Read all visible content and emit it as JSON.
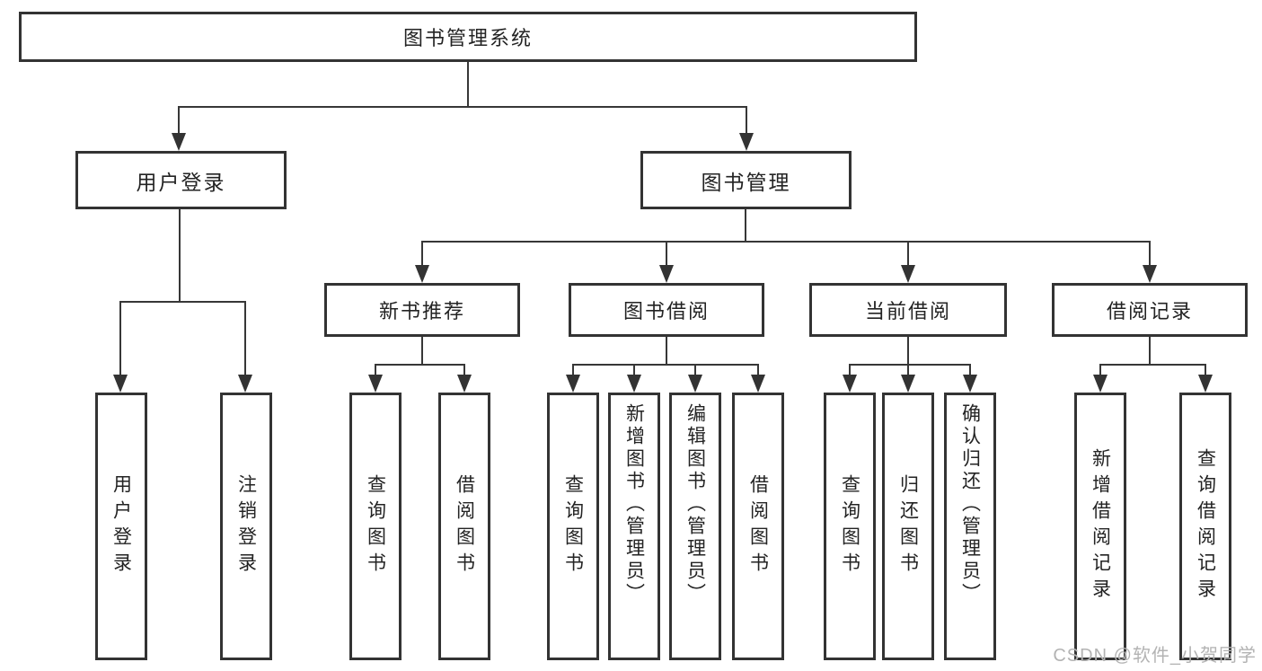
{
  "diagram": {
    "title": "图书管理系统",
    "root": "图书管理系统",
    "level2": [
      "用户登录",
      "图书管理"
    ],
    "level3": [
      "新书推荐",
      "图书借阅",
      "当前借阅",
      "借阅记录"
    ],
    "leaves": {
      "login": [
        "用户登录",
        "注销登录"
      ],
      "recommend": [
        "查询图书",
        "借阅图书"
      ],
      "borrow": [
        "查询图书",
        "新增图书（管理员）",
        "编辑图书（管理员）",
        "借阅图书"
      ],
      "current": [
        "查询图书",
        "归还图书",
        "确认归还（管理员）"
      ],
      "records": [
        "新增借阅记录",
        "查询借阅记录"
      ]
    }
  },
  "watermark": "CSDN @软件_小贺同学",
  "colors": {
    "line": "#373737",
    "border": "#333333",
    "text": "#232323",
    "background": "#ffffff",
    "watermark": "#b3b3b3"
  }
}
